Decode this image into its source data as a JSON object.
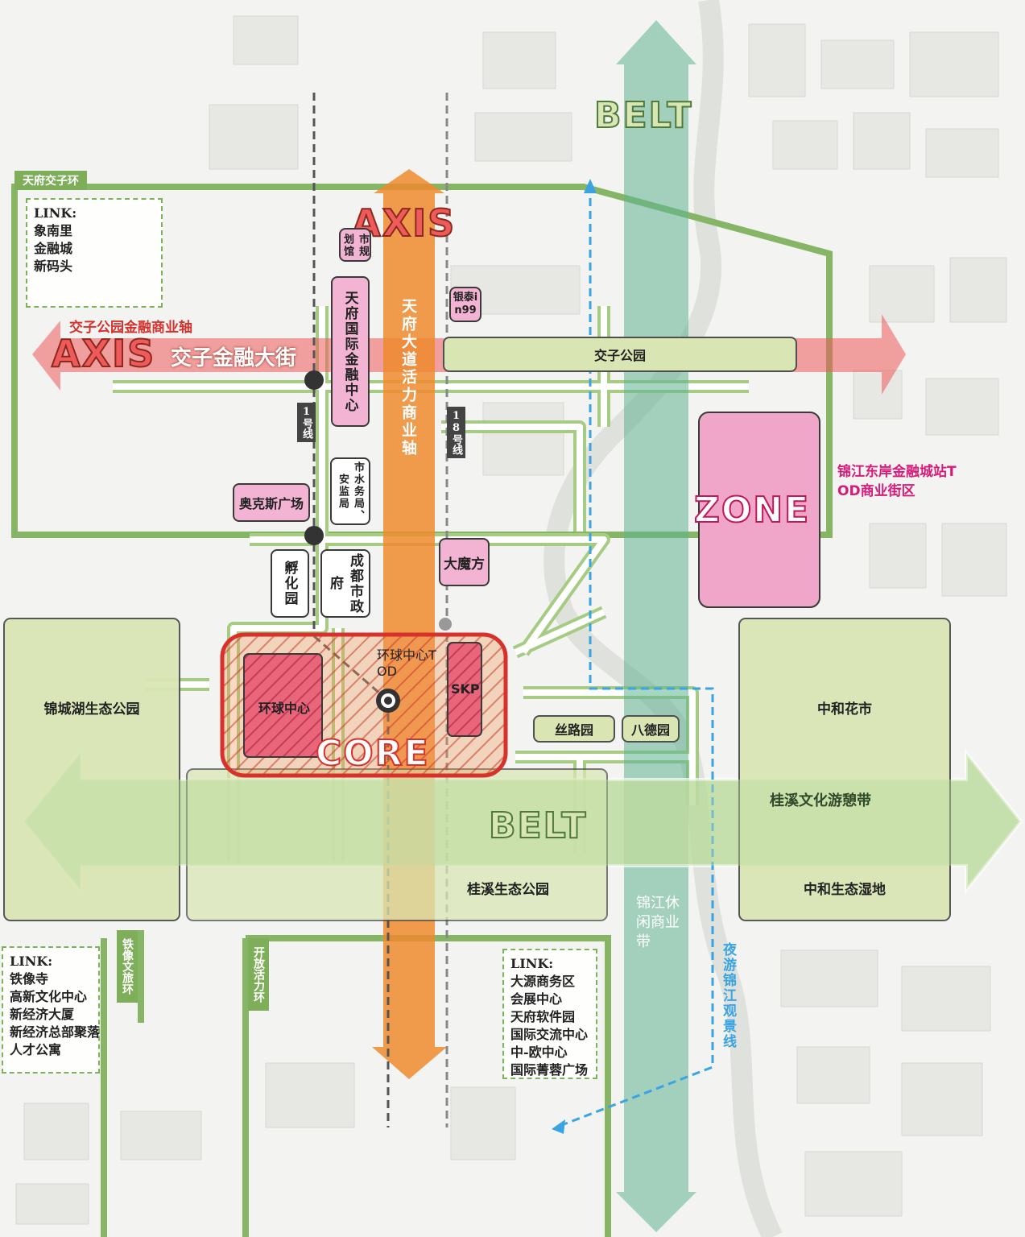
{
  "rings": {
    "tianfu_ring": "天府交子环",
    "tiexiang_ring": "铁像文旅环",
    "open_ring": "开放活力环"
  },
  "links": {
    "nw": {
      "title": "LINK:",
      "items": [
        "象南里",
        "金融城",
        "新码头"
      ]
    },
    "sw": {
      "title": "LINK:",
      "items": [
        "铁像寺",
        "高新文化中心",
        "新经济大厦",
        "新经济总部聚落",
        "人才公寓"
      ]
    },
    "se": {
      "title": "LINK:",
      "items": [
        "大源商务区",
        "会展中心",
        "天府软件园",
        "国际交流中心",
        "中-欧中心",
        "国际菁蓉广场"
      ]
    }
  },
  "axes": {
    "axis_word": "AXIS",
    "north_axis_word": "AXIS",
    "jiaozi_axis_caption": "交子公园金融商业轴",
    "jiaozi_street": "交子金融大街",
    "tianfu_axis": "天府大道活力商业轴",
    "belt_word_top": "BELT",
    "belt_word_bottom": "BELT",
    "core_word": "CORE",
    "zone_word": "ZONE"
  },
  "metro": {
    "line1": "1号线",
    "line18": "18号线"
  },
  "buildings": {
    "planning_hall": "市规划馆",
    "ifc": "天府国际金融中心",
    "yintai": "银泰in99",
    "oaks": "奥克斯广场",
    "water_bureau": "市水务局、安监局",
    "incubator": "孵化园",
    "city_gov": "成都市政府",
    "cube": "大魔方",
    "global_center": "环球中心",
    "skp": "SKP",
    "tod": "环球中心TOD"
  },
  "parks": {
    "jiaozi_park": "交子公园",
    "jincheng_lake": "锦城湖生态公园",
    "silk_road": "丝路园",
    "bade": "八德园",
    "zhonghe_flower": "中和花市",
    "guixi_belt": "桂溪文化游憩带",
    "guixi_park": "桂溪生态公园",
    "zhonghe_wetland": "中和生态湿地"
  },
  "zones": {
    "jinjiang_east": "锦江东岸金融城站TOD商业街区",
    "jinjiang_leisure": "锦江休闲商业带",
    "night_tour": "夜游锦江观景线"
  },
  "colors": {
    "green_ring": "#86b566",
    "orange_axis": "#ef8a2e",
    "red_axis": "#ef5a5a",
    "teal_belt": "#5fb292",
    "core_red": "#d8312c",
    "zone_pink": "#f0a6c8",
    "night_blue": "#3aa4e3"
  }
}
